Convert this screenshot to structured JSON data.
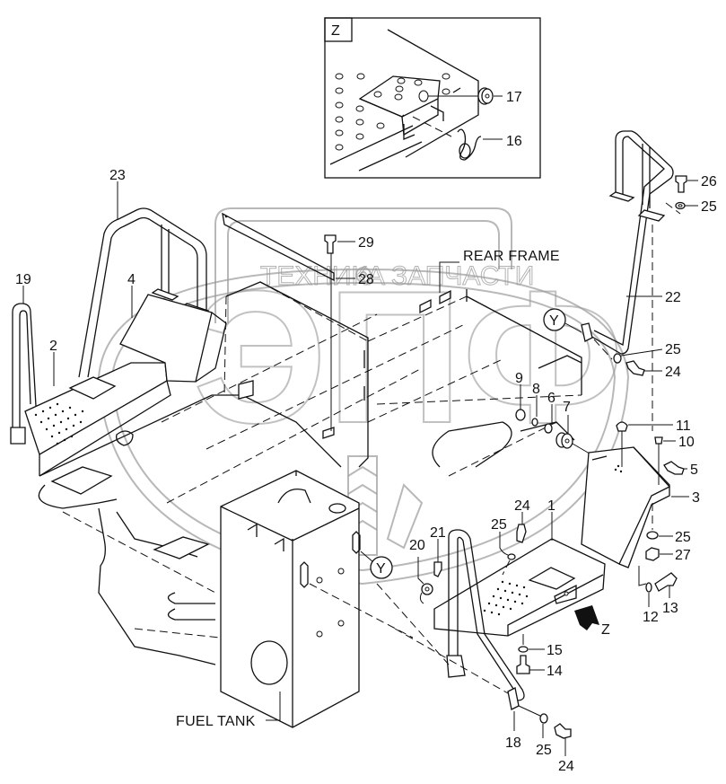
{
  "diagram": {
    "title": "Steps, handrails and fuel tank mounting — exploded parts view",
    "detail_view": {
      "label": "Z",
      "callouts": [
        "17",
        "16"
      ]
    },
    "text_labels": {
      "rear_frame": "REAR FRAME",
      "fuel_tank": "FUEL TANK",
      "view_arrow": "Z",
      "ref_y_top": "Y",
      "ref_y_bottom": "Y"
    },
    "watermark": {
      "left": "ТЕХНИКА",
      "right": "ЗАПЧАСТИ",
      "logo": "ЭПФ"
    },
    "callouts": {
      "c1": "1",
      "c2": "2",
      "c3": "3",
      "c4": "4",
      "c5": "5",
      "c6": "6",
      "c7": "7",
      "c8": "8",
      "c9": "9",
      "c10": "10",
      "c11": "11",
      "c12": "12",
      "c13": "13",
      "c14": "14",
      "c15": "15",
      "c18": "18",
      "c19": "19",
      "c20": "20",
      "c21": "21",
      "c22": "22",
      "c23": "23",
      "c24a": "24",
      "c24b": "24",
      "c24c": "24",
      "c25a": "25",
      "c25b": "25",
      "c25c": "25",
      "c25d": "25",
      "c25e": "25",
      "c26": "26",
      "c27": "27",
      "c28": "28",
      "c29": "29"
    }
  }
}
